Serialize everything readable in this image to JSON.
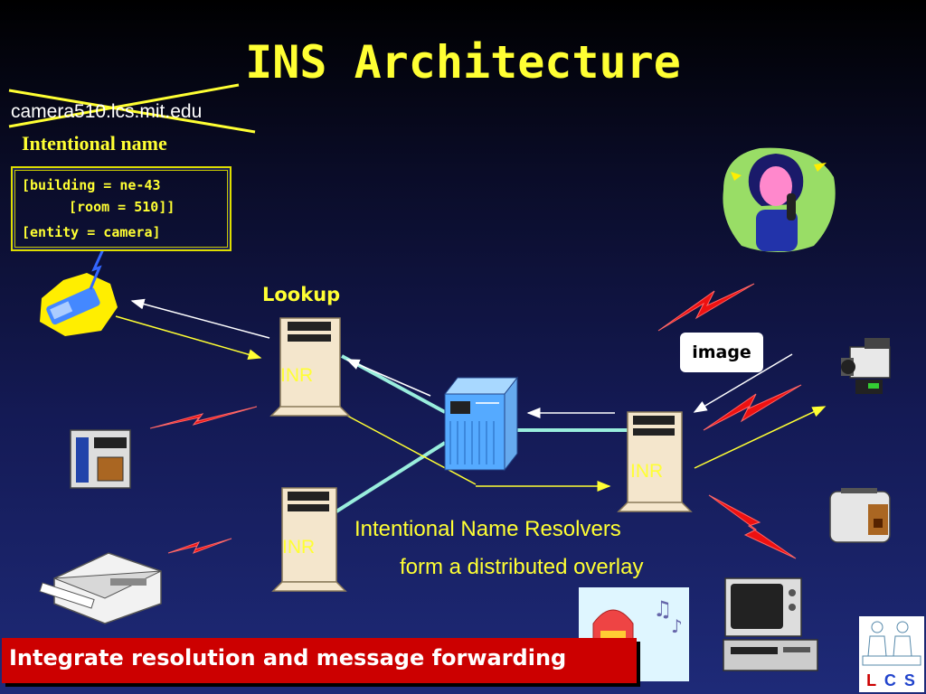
{
  "slide": {
    "title": "INS Architecture",
    "hostname": "camera510.lcs.mit.edu",
    "intentional_name_label": "Intentional name",
    "name_spec": {
      "line1": "[building = ne-43",
      "line2": "[room = 510]]",
      "line3": "[entity = camera]"
    },
    "lookup_label": "Lookup",
    "image_label": "image",
    "inr_label": "INR",
    "resolvers_line1": "Intentional Name Resolvers",
    "resolvers_line2": "form a distributed overlay",
    "banner": "Integrate resolution and message forwarding",
    "logo": {
      "l": "L",
      "c": "C",
      "s": "S"
    },
    "colors": {
      "accent": "#ffff33",
      "banner": "#cc0000",
      "link": "#99eedd",
      "lightning": "#ee1111"
    },
    "icons": [
      "lightning-icon",
      "handheld-device-icon",
      "woman-phone-icon",
      "camera-icon",
      "coffee-maker-icon",
      "printer-icon",
      "toaster-icon",
      "jukebox-icon",
      "tv-icon",
      "vcr-icon",
      "router-icon",
      "server-tower-icon"
    ]
  }
}
